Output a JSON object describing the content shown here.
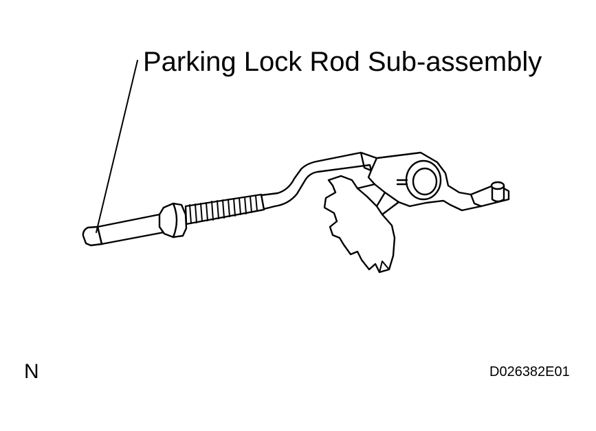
{
  "diagram": {
    "callout_label": "Parking Lock Rod Sub-assembly",
    "corner_letter": "N",
    "figure_id": "D026382E01"
  }
}
